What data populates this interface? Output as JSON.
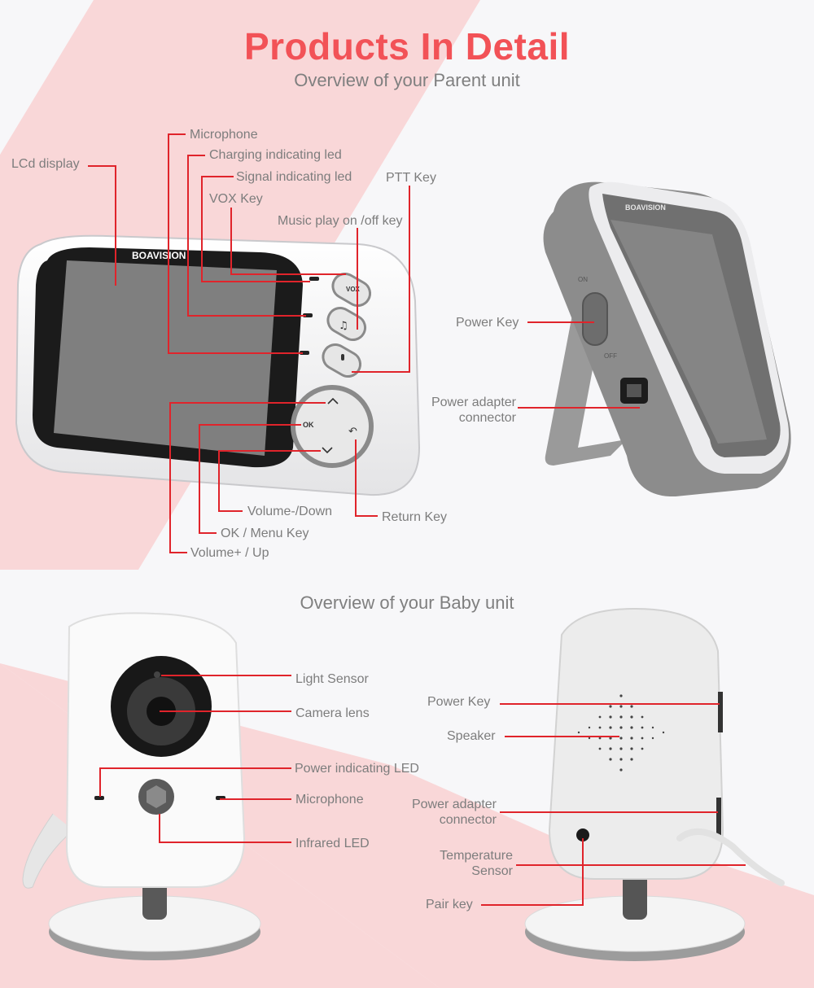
{
  "header": {
    "title": "Products In Detail",
    "parent_subtitle": "Overview of your Parent unit",
    "baby_subtitle": "Overview of your Baby unit"
  },
  "colors": {
    "accent_red": "#f25257",
    "line_red": "#e0242b",
    "pink_band": "#f9d7d8",
    "background": "#f7f7f9",
    "label_gray": "#7d7d7d"
  },
  "parent_unit": {
    "brand": "BOAVISION",
    "front_labels": {
      "lcd": "LCd display",
      "microphone": "Microphone",
      "charging_led": "Charging indicating led",
      "signal_led": "Signal indicating led",
      "vox_key": "VOX Key",
      "ptt_key": "PTT Key",
      "music_key": "Music play on /off key",
      "volume_down": "Volume-/Down",
      "return_key": "Return Key",
      "ok_menu": "OK / Menu Key",
      "volume_up": "Volume+ / Up"
    },
    "button_glyphs": {
      "vox": "VOX",
      "ok": "OK",
      "music": "♫",
      "return": "↶"
    },
    "side_labels": {
      "power_key": "Power Key",
      "power_adapter_line1": "Power adapter",
      "power_adapter_line2": "connector"
    },
    "switch_labels": {
      "on": "ON",
      "off": "OFF"
    }
  },
  "baby_unit": {
    "front_labels": {
      "light_sensor": "Light Sensor",
      "camera_lens": "Camera lens",
      "power_led": "Power indicating LED",
      "microphone": "Microphone",
      "infrared_led": "Infrared LED"
    },
    "back_labels": {
      "power_key": "Power Key",
      "speaker": "Speaker",
      "power_adapter_line1": "Power adapter",
      "power_adapter_line2": "connector",
      "temp_sensor_line1": "Temperature",
      "temp_sensor_line2": "Sensor",
      "pair_key": "Pair key"
    }
  }
}
